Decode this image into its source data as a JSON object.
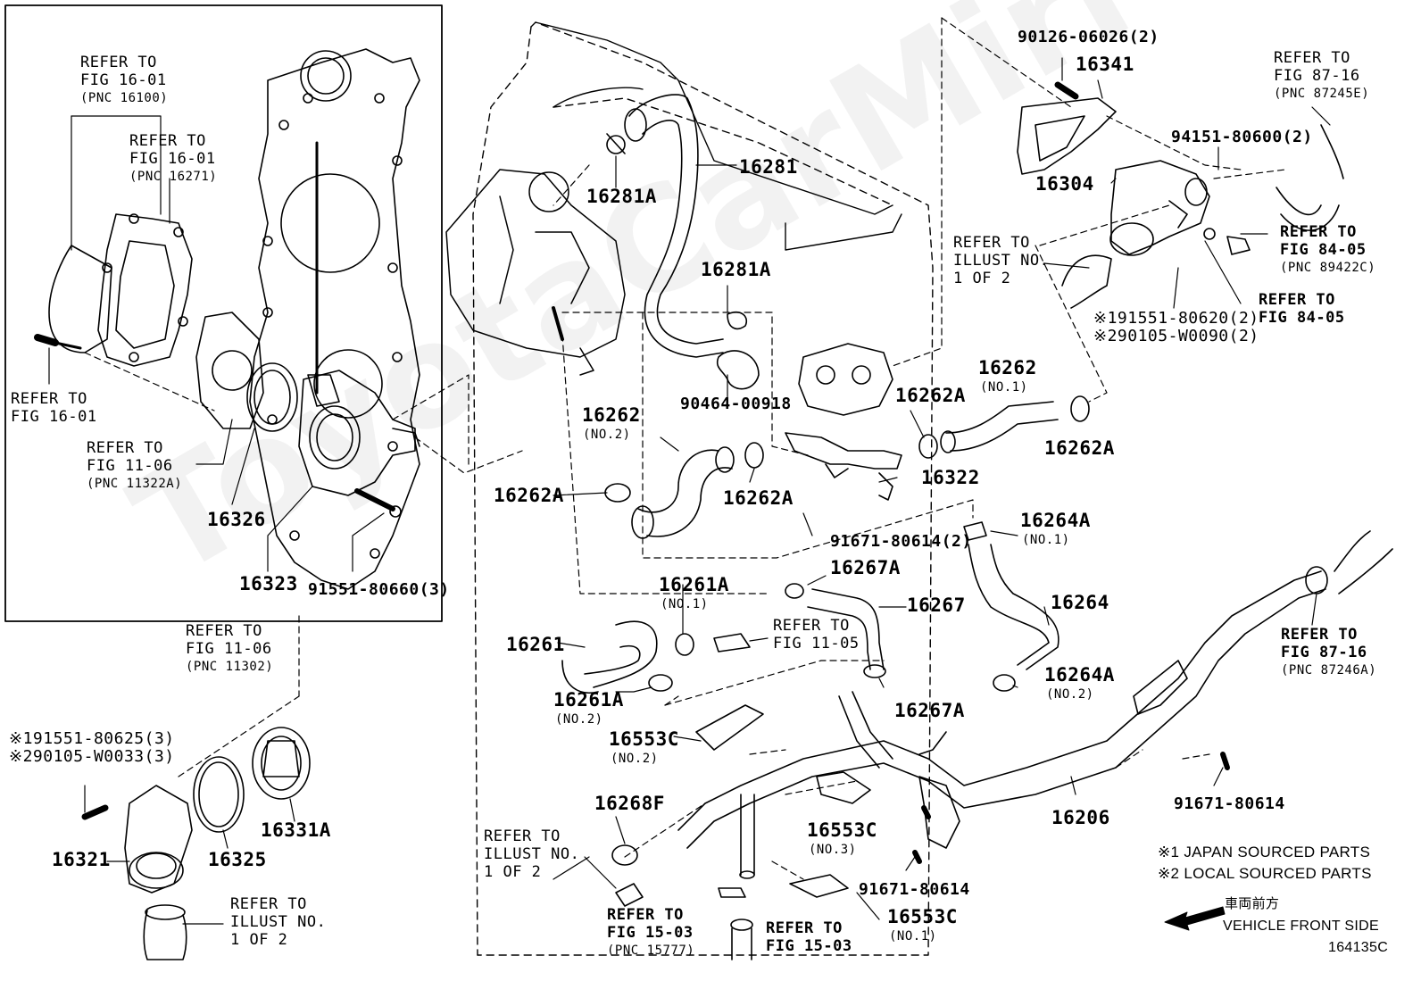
{
  "watermark": "ToyotaCarMirror.ru",
  "diagram_id": "164135C",
  "notes": {
    "japan": "※1 JAPAN SOURCED PARTS",
    "local": "※2 LOCAL SOURCED PARTS",
    "front_jp": "車両前方",
    "front_en": "VEHICLE FRONT SIDE"
  },
  "refs": [
    {
      "id": "r1",
      "l1": "REFER TO",
      "l2": "FIG 16-01",
      "l3": "(PNC 16100)"
    },
    {
      "id": "r2",
      "l1": "REFER TO",
      "l2": "FIG 16-01",
      "l3": "(PNC 16271)"
    },
    {
      "id": "r3",
      "l1": "REFER TO",
      "l2": "FIG 16-01",
      "l3": ""
    },
    {
      "id": "r4",
      "l1": "REFER TO",
      "l2": "FIG 11-06",
      "l3": "(PNC 11322A)"
    },
    {
      "id": "r5",
      "l1": "REFER TO",
      "l2": "FIG 11-06",
      "l3": "(PNC 11302)"
    },
    {
      "id": "r6",
      "l1": "REFER TO",
      "l2": "ILLUST NO.",
      "l3": "1 OF 2"
    },
    {
      "id": "r7",
      "l1": "REFER TO",
      "l2": "ILLUST NO.",
      "l3": "1 OF 2"
    },
    {
      "id": "r8",
      "l1": "REFER TO",
      "l2": "FIG 15-03",
      "l3": "(PNC 15777)"
    },
    {
      "id": "r9",
      "l1": "REFER TO",
      "l2": "FIG 15-03",
      "l3": ""
    },
    {
      "id": "r10",
      "l1": "REFER TO",
      "l2": "FIG 11-05",
      "l3": ""
    },
    {
      "id": "r11",
      "l1": "REFER TO",
      "l2": "ILLUST NO.",
      "l3": "1 OF 2"
    },
    {
      "id": "r12",
      "l1": "REFER TO",
      "l2": "FIG 87-16",
      "l3": "(PNC 87245E)"
    },
    {
      "id": "r13",
      "l1": "REFER TO",
      "l2": "FIG 84-05",
      "l3": "(PNC 89422C)"
    },
    {
      "id": "r14",
      "l1": "REFER TO",
      "l2": "FIG 84-05",
      "l3": ""
    },
    {
      "id": "r15",
      "l1": "REFER TO",
      "l2": "FIG 87-16",
      "l3": "(PNC 87246A)"
    }
  ],
  "parts": {
    "p16326": "16326",
    "p16323": "16323",
    "p91551": "91551-80660(3)",
    "p16321": "16321",
    "p16325": "16325",
    "p16331A": "16331A",
    "b1": "※191551-80625(3)",
    "b2": "※290105-W0033(3)",
    "p16281": "16281",
    "p16281A_1": "16281A",
    "p16281A_2": "16281A",
    "p90464": "90464-00918",
    "p16262_2": "16262",
    "p16262_2s": "(NO.2)",
    "p16262A_1": "16262A",
    "p16262A_2": "16262A",
    "p16262A_3": "16262A",
    "p16262A_4": "16262A",
    "p16262_1": "16262",
    "p16262_1s": "(NO.1)",
    "p16322": "16322",
    "p91671_2": "91671-80614(2)",
    "p16264A_1": "16264A",
    "p16264A_1s": "(NO.1)",
    "p16264": "16264",
    "p16264A_2": "16264A",
    "p16264A_2s": "(NO.2)",
    "p16267A_1": "16267A",
    "p16267": "16267",
    "p16267A_2": "16267A",
    "p16261A_1": "16261A",
    "p16261A_1s": "(NO.1)",
    "p16261": "16261",
    "p16261A_2": "16261A",
    "p16261A_2s": "(NO.2)",
    "p16553C_2": "16553C",
    "p16553C_2s": "(NO.2)",
    "p16553C_3": "16553C",
    "p16553C_3s": "(NO.3)",
    "p16553C_1": "16553C",
    "p16553C_1s": "(NO.1)",
    "p16268F": "16268F",
    "p16206": "16206",
    "p91671_a": "91671-80614",
    "p91671_b": "91671-80614",
    "p90126": "90126-06026(2)",
    "p16341": "16341",
    "p94151": "94151-80600(2)",
    "p16304": "16304",
    "c1": "※191551-80620(2)",
    "c2": "※290105-W0090(2)"
  }
}
